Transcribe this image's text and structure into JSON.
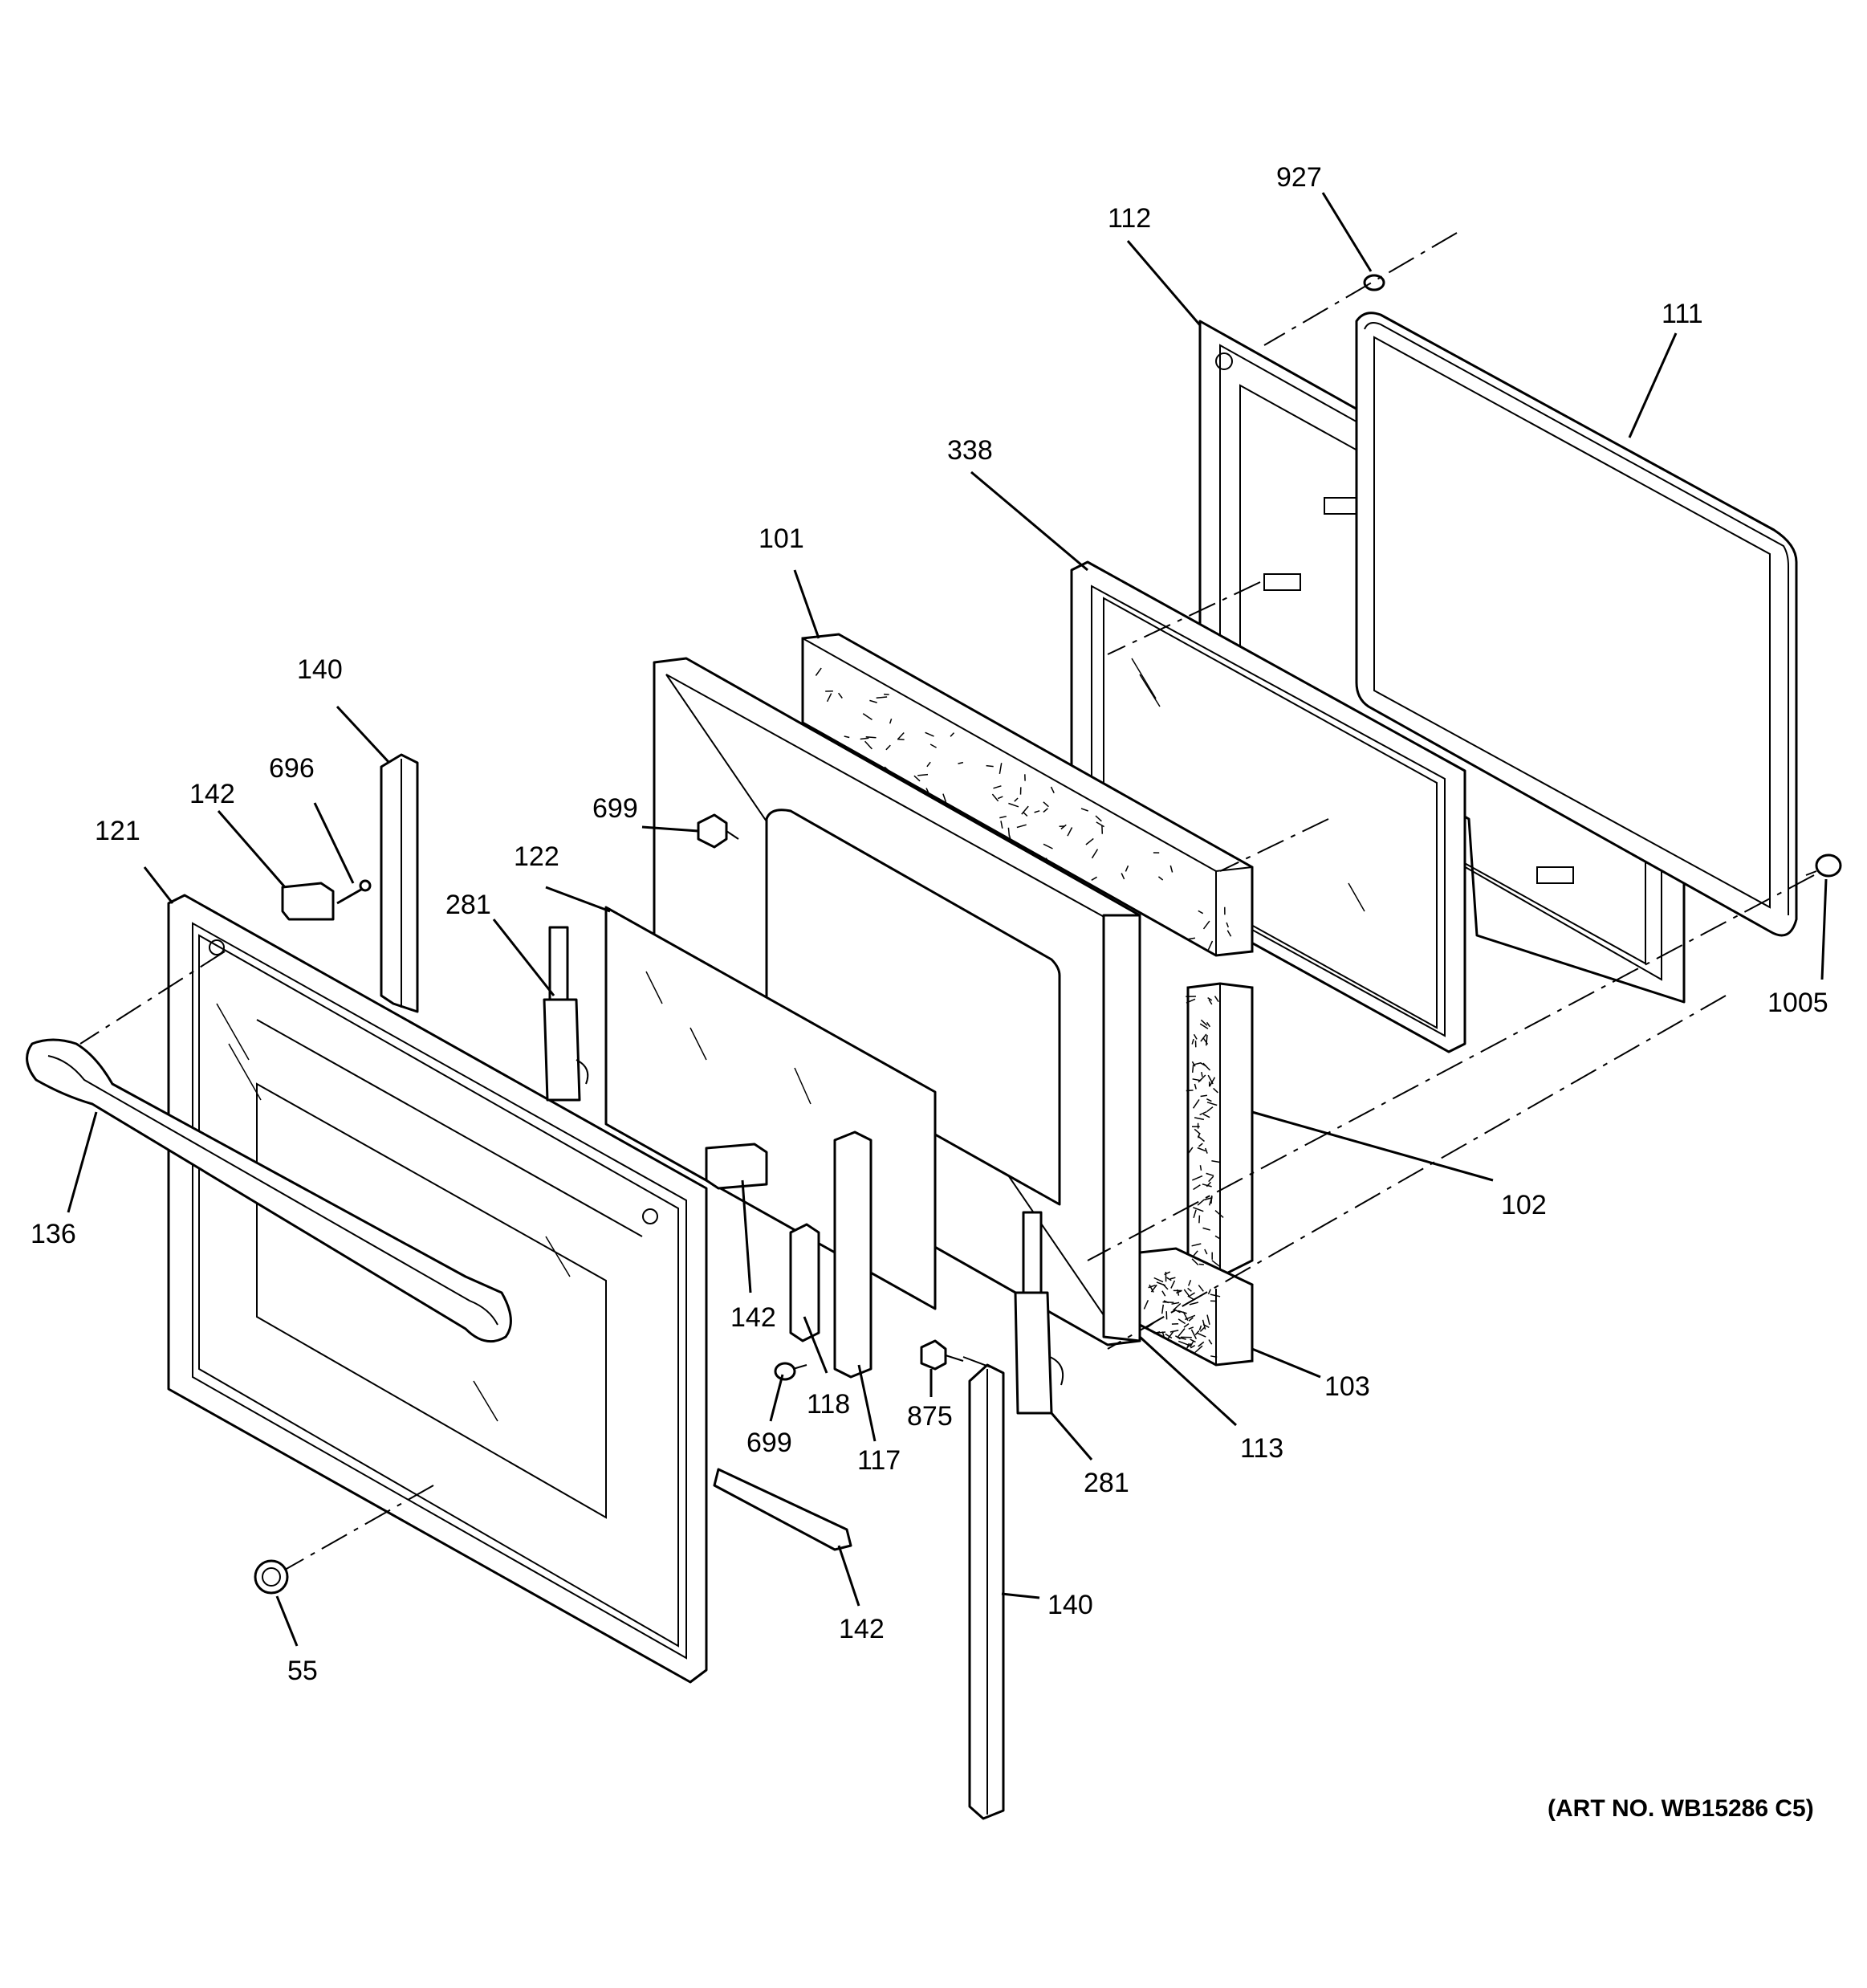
{
  "labels": {
    "l927": "927",
    "l112": "112",
    "l111": "111",
    "l338": "338",
    "l101": "101",
    "l140_top": "140",
    "l696": "696",
    "l142_top": "142",
    "l121": "121",
    "l699_top": "699",
    "l122": "122",
    "l281_left": "281",
    "l1005": "1005",
    "l102": "102",
    "l136": "136",
    "l142_mid": "142",
    "l103": "103",
    "l699_bot": "699",
    "l118": "118",
    "l875": "875",
    "l117": "117",
    "l113": "113",
    "l281_right": "281",
    "l142_bot": "142",
    "l140_bot": "140",
    "l55": "55"
  },
  "art_number": "(ART NO. WB15286 C5)"
}
